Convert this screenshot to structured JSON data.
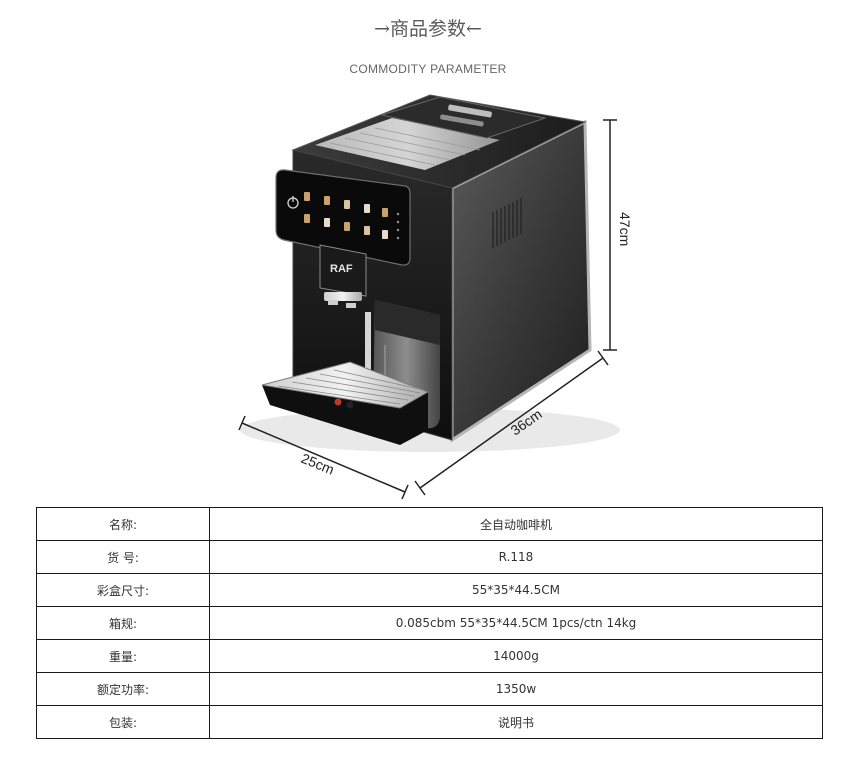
{
  "header": {
    "title": "→商品参数←",
    "subtitle": "COMMODITY  PARAMETER"
  },
  "product_image": {
    "brand_logo": "RAF",
    "dimensions": {
      "height": "47cm",
      "depth": "36cm",
      "width": "25cm"
    }
  },
  "specs": {
    "rows": [
      {
        "label": "名称:",
        "value": "全自动咖啡机"
      },
      {
        "label": "货 号:",
        "value": "R.118"
      },
      {
        "label": "彩盒尺寸:",
        "value": "55*35*44.5CM"
      },
      {
        "label": "箱规:",
        "value": "0.085cbm 55*35*44.5CM 1pcs/ctn 14kg"
      },
      {
        "label": "重量:",
        "value": "14000g"
      },
      {
        "label": "额定功率:",
        "value": "1350w"
      },
      {
        "label": "包装:",
        "value": "说明书"
      }
    ]
  }
}
